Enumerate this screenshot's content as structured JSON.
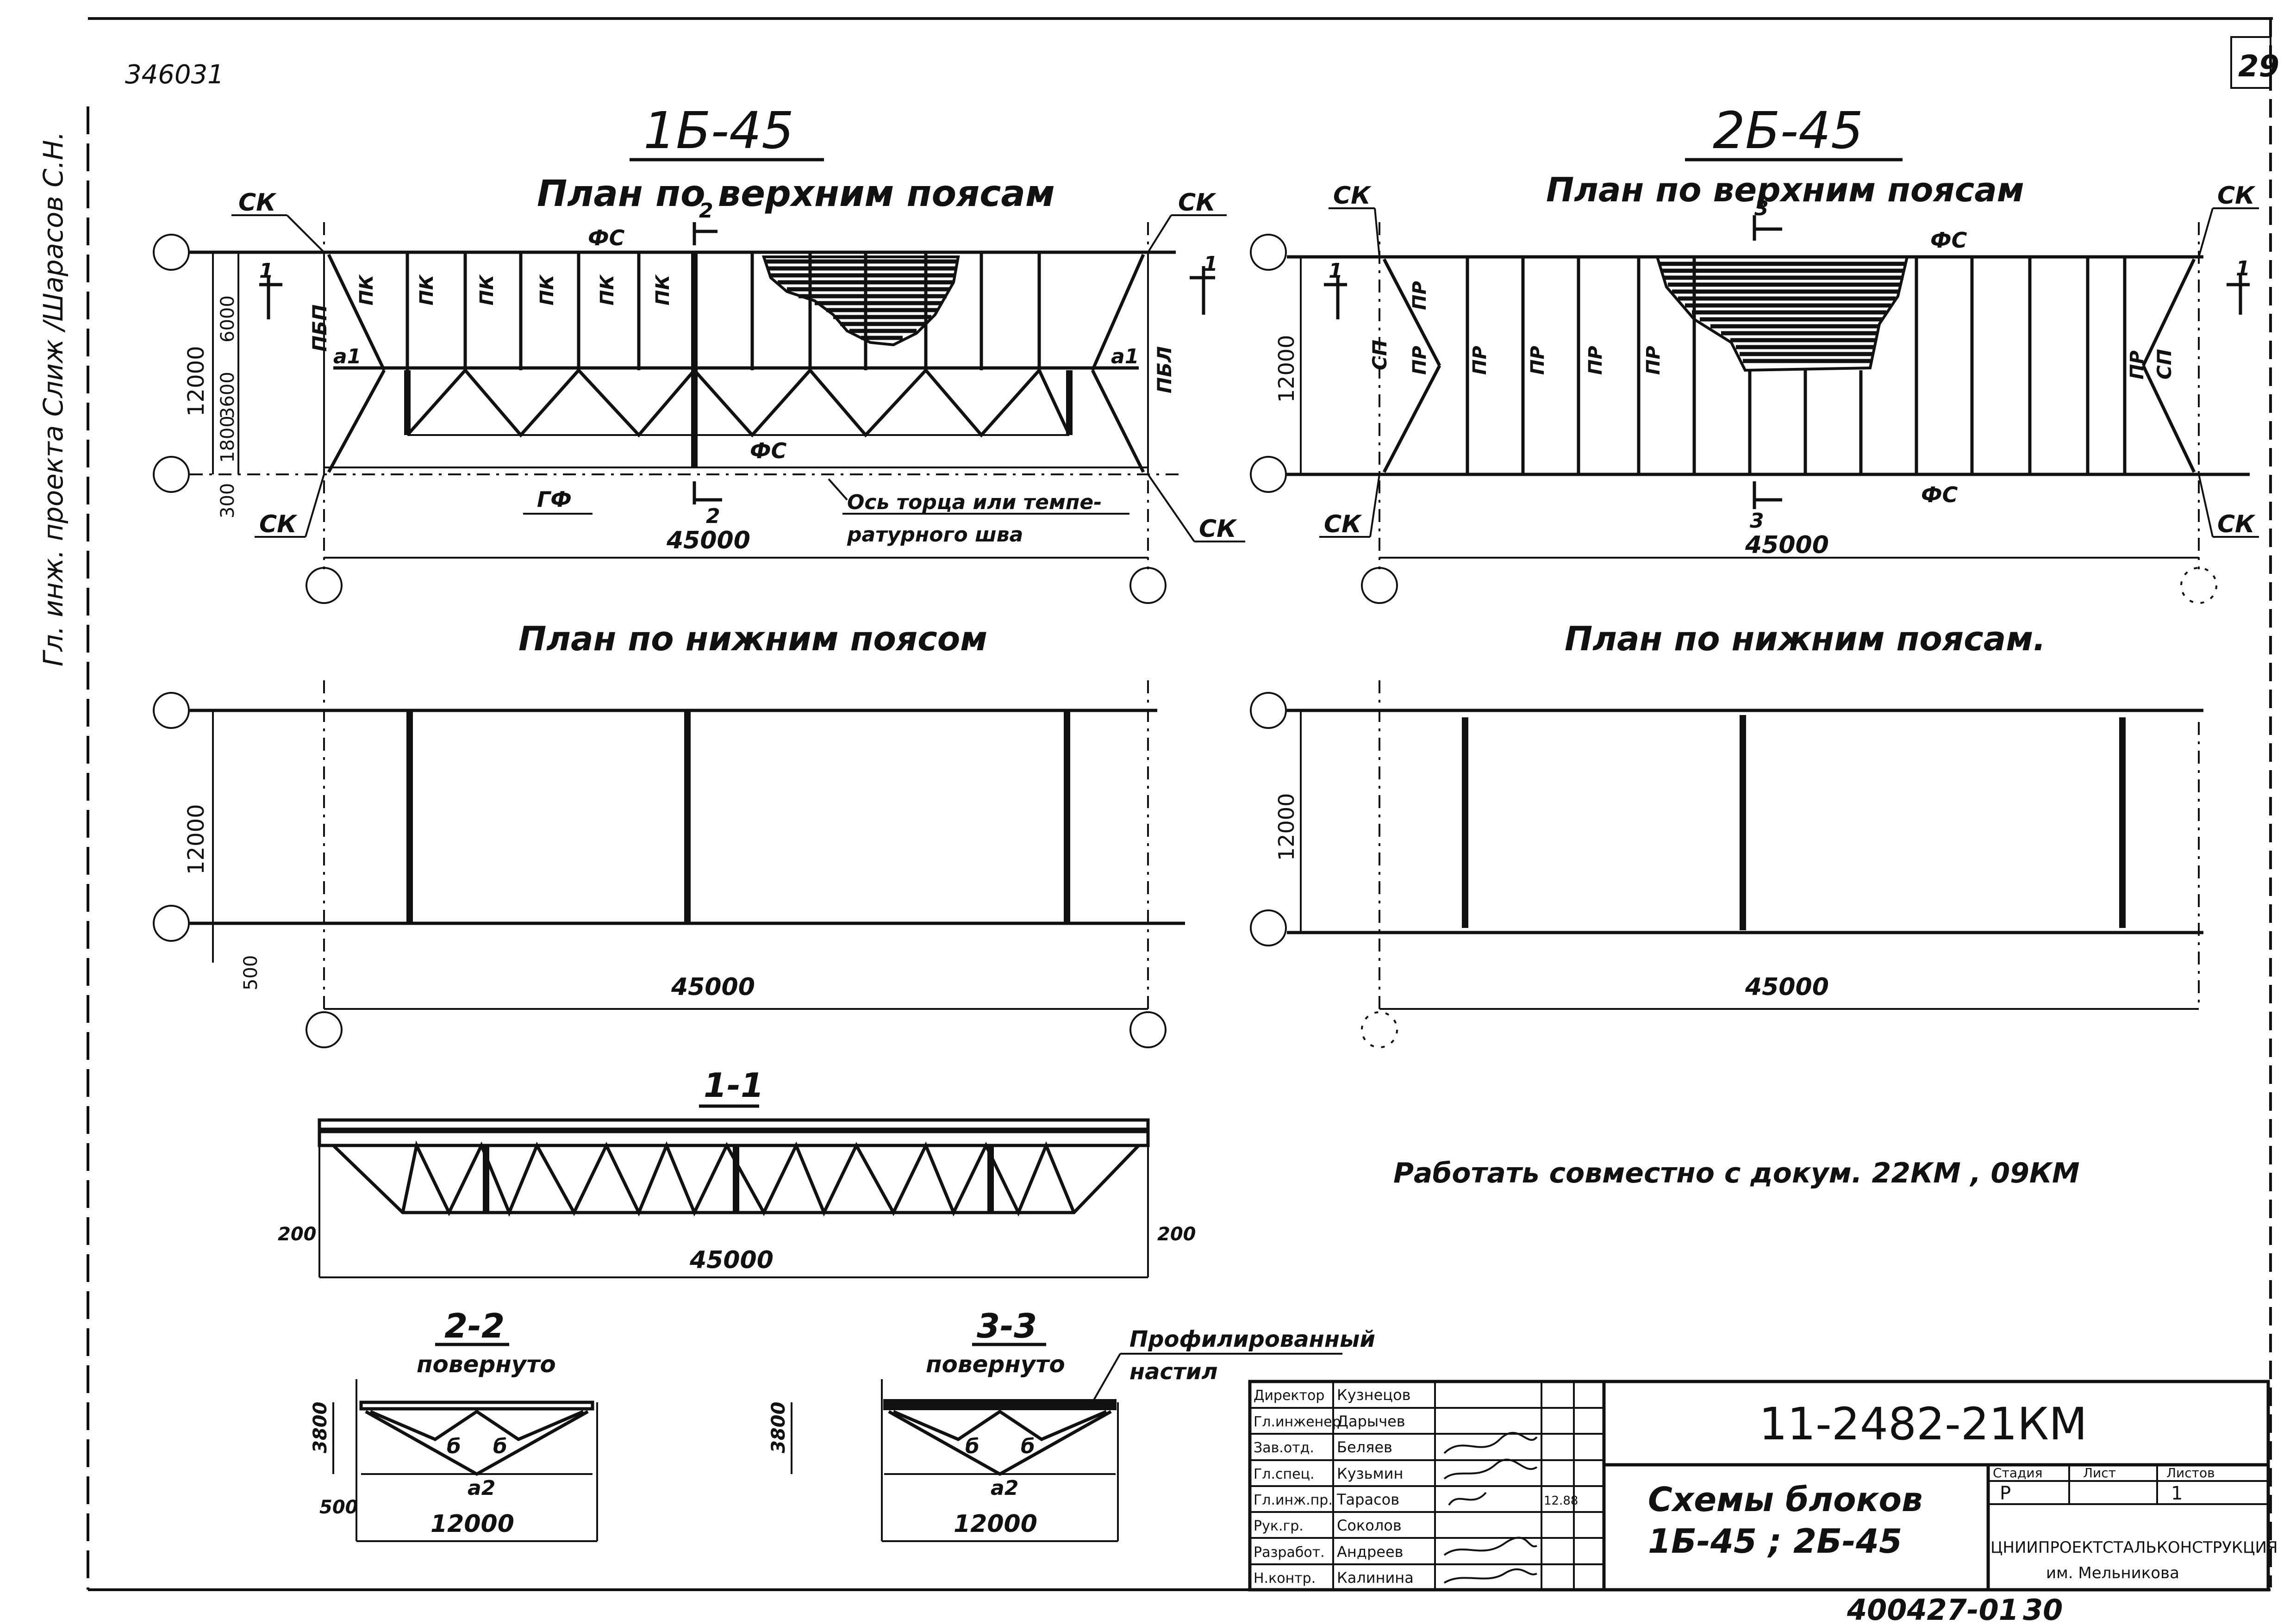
{
  "sheet": {
    "archive_no": "346031",
    "sheet_no": "29",
    "margin_note": "Гл. инж. проекта Слиж /Шарасов С.Н.",
    "bottom_no": "400427-01",
    "bottom_page": "30"
  },
  "block1": {
    "title": "1Б-45",
    "top_plan_title": "План по верхним поясам",
    "bottom_plan_title": "План по нижним поясом",
    "labels": {
      "sk": "СК",
      "fs": "ФС",
      "gf": "ГФ",
      "pk": "ПК",
      "pbp": "ПБП",
      "pbl": "ПБЛ",
      "a1": "а1",
      "sec1": "1",
      "sec2": "2",
      "axis_note_1": "Ось торца или темпе-",
      "axis_note_2": "ратурного шва"
    },
    "dims": {
      "span": "45000",
      "width": "12000",
      "d6000": "6000",
      "d3600": "3600",
      "d1800": "1800",
      "d300": "300",
      "d500": "500"
    }
  },
  "block2": {
    "title": "2Б-45",
    "top_plan_title": "План по верхним поясам",
    "bottom_plan_title": "План по нижним поясам.",
    "labels": {
      "sk": "СК",
      "fs": "ФС",
      "pr": "ПР",
      "sp": "СП",
      "sec3": "3",
      "sec1": "1"
    },
    "dims": {
      "span": "45000",
      "width": "12000"
    }
  },
  "section_1_1": {
    "title": "1-1",
    "span": "45000",
    "offset_left": "200",
    "offset_right": "200"
  },
  "section_2_2": {
    "title": "2-2",
    "subtitle": "повернуто",
    "height": "3800",
    "offset": "500",
    "width": "12000",
    "b_label": "б",
    "a2_label": "а2"
  },
  "section_3_3": {
    "title": "3-3",
    "subtitle": "повернуто",
    "height": "3800",
    "width": "12000",
    "b_label": "б",
    "a2_label": "а2"
  },
  "deck_note": {
    "line1": "Профилированный",
    "line2": "настил"
  },
  "note": "Работать совместно с докум. 22КМ , 09КМ",
  "title_block": {
    "doc_code": "11-2482-21КМ",
    "title_line1": "Схемы блоков",
    "title_line2": "1Б-45 ; 2Б-45",
    "stage_header": "Стадия",
    "sheet_header": "Лист",
    "sheets_header": "Листов",
    "stage": "Р",
    "sheet": "1",
    "org_line1": "ЦНИИПРОЕКТСТАЛЬКОНСТРУКЦИЯ",
    "org_line2": "им. Мельникова",
    "roles": [
      {
        "role": "Директор",
        "name": "Кузнецов"
      },
      {
        "role": "Гл.инженер",
        "name": "Дарычев"
      },
      {
        "role": "Зав.отд.",
        "name": "Беляев"
      },
      {
        "role": "Гл.спец.",
        "name": "Кузьмин"
      },
      {
        "role": "Гл.инж.пр.",
        "name": "Тарасов"
      },
      {
        "role": "Рук.гр.",
        "name": "Соколов"
      },
      {
        "role": "Разработ.",
        "name": "Андреев"
      },
      {
        "role": "Н.контр.",
        "name": "Калинина"
      }
    ],
    "date_cell": "12.88"
  }
}
